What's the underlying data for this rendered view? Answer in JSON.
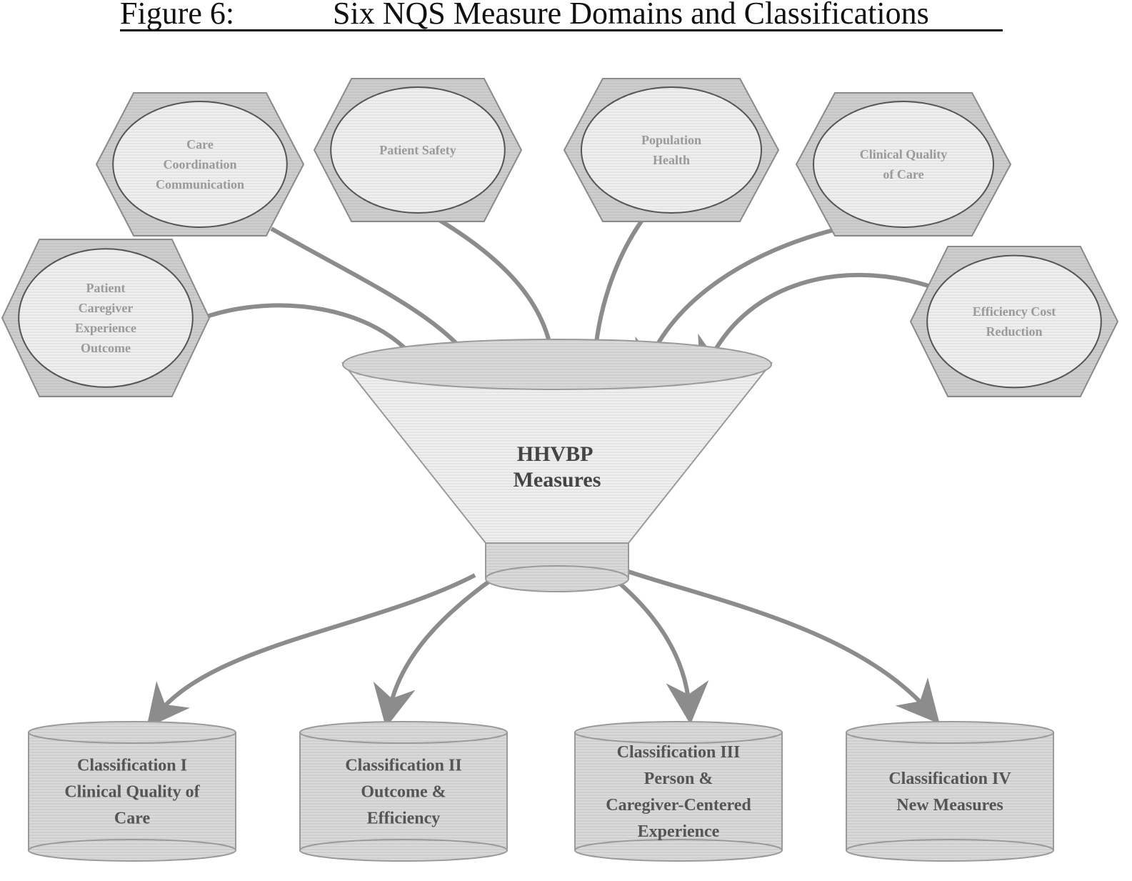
{
  "title": {
    "label": "Figure 6:",
    "text": "Six NQS Measure Domains and Classifications"
  },
  "funnel": {
    "lines": [
      "HHVBP",
      "Measures"
    ]
  },
  "domains": [
    {
      "id": "patient-caregiver",
      "lines": [
        "Patient",
        "Caregiver",
        "Experience",
        "Outcome"
      ]
    },
    {
      "id": "care-coordination",
      "lines": [
        "Care",
        "Coordination",
        "Communication"
      ]
    },
    {
      "id": "patient-safety",
      "lines": [
        "Patient Safety"
      ]
    },
    {
      "id": "population-health",
      "lines": [
        "Population",
        "Health"
      ]
    },
    {
      "id": "clinical-quality",
      "lines": [
        "Clinical Quality",
        "of Care"
      ]
    },
    {
      "id": "efficiency-cost",
      "lines": [
        "Efficiency Cost",
        "Reduction"
      ]
    }
  ],
  "classifications": [
    {
      "id": "classification-1",
      "lines": [
        "Classification I",
        "Clinical Quality of",
        "Care"
      ]
    },
    {
      "id": "classification-2",
      "lines": [
        "Classification II",
        "Outcome &",
        "Efficiency"
      ]
    },
    {
      "id": "classification-3",
      "lines": [
        "Classification III",
        "Person &",
        "Caregiver-Centered",
        "Experience"
      ]
    },
    {
      "id": "classification-4",
      "lines": [
        "Classification IV",
        "New Measures"
      ]
    }
  ],
  "colors": {
    "hex_fill": "#cfcfcf",
    "ellipse_fill": "#f2f2f2",
    "stroke": "#7a7a7a",
    "text": "#9a9a9a",
    "dark_text": "#333333",
    "arrow": "#8c8c8c",
    "box_fill": "#d4d4d4"
  }
}
